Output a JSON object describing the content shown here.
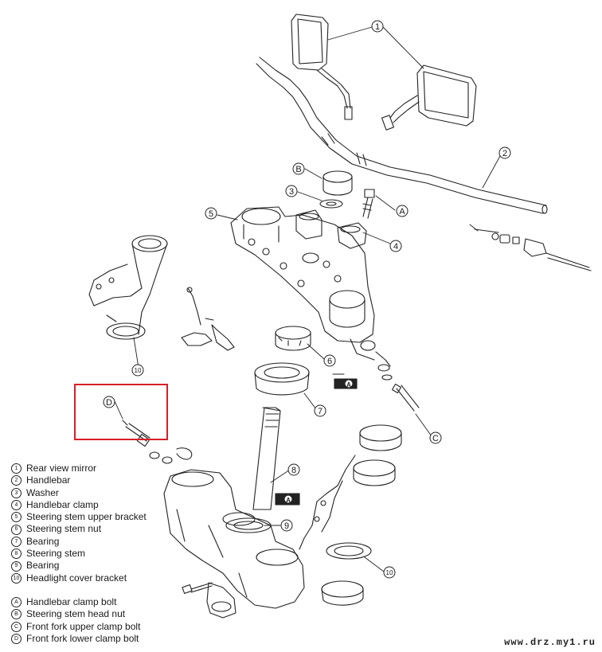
{
  "legend": {
    "items": [
      {
        "mark": "1",
        "label": "Rear view mirror"
      },
      {
        "mark": "2",
        "label": "Handlebar"
      },
      {
        "mark": "3",
        "label": "Washer"
      },
      {
        "mark": "4",
        "label": "Handlebar clamp"
      },
      {
        "mark": "5",
        "label": "Steering stem upper bracket"
      },
      {
        "mark": "6",
        "label": "Steering stem nut"
      },
      {
        "mark": "7",
        "label": "Bearing"
      },
      {
        "mark": "8",
        "label": "Steering stem"
      },
      {
        "mark": "9",
        "label": "Bearing"
      },
      {
        "mark": "10",
        "label": "Headlight cover bracket"
      }
    ],
    "letter_items": [
      {
        "mark": "A",
        "label": "Handlebar clamp bolt"
      },
      {
        "mark": "B",
        "label": "Steering stem head nut"
      },
      {
        "mark": "C",
        "label": "Front fork upper clamp bolt"
      },
      {
        "mark": "D",
        "label": "Front fork lower clamp bolt"
      }
    ]
  },
  "callouts": {
    "c1": "1",
    "c2": "2",
    "c3": "3",
    "c4": "4",
    "c5": "5",
    "c6": "6",
    "c7": "7",
    "c8": "8",
    "c9": "9",
    "c10a": "10",
    "c10b": "10",
    "cA": "A",
    "cB": "B",
    "cC": "C",
    "cD": "D",
    "greaseA1": "A",
    "greaseA2": "A"
  },
  "highlight": {
    "color": "#d81f26",
    "target": "D"
  },
  "watermark": "www.drz.my1.ru"
}
